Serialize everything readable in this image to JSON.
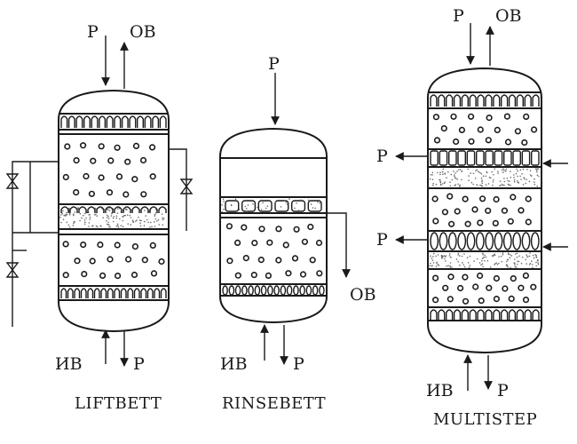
{
  "colors": {
    "ink": "#1a1a1a",
    "paper": "#ffffff",
    "sand": "#6a6a6a"
  },
  "columns": [
    {
      "caption": "LIFTBETT",
      "top_labels": [
        "P",
        "OB"
      ],
      "bottom_labels": [
        "ИВ",
        "P"
      ]
    },
    {
      "caption": "RINSEBETT",
      "top_labels": [
        "P"
      ],
      "side_labels": [
        "OB"
      ],
      "bottom_labels": [
        "ИВ",
        "P"
      ]
    },
    {
      "caption": "MULTISTEP",
      "top_labels": [
        "P",
        "OB"
      ],
      "side_labels": [
        "P",
        "P"
      ],
      "bottom_labels": [
        "ИВ",
        "P"
      ]
    }
  ],
  "icons": [
    "valve-icon",
    "arrow-icon",
    "resin-bed-icon",
    "nozzle-plate-icon"
  ]
}
